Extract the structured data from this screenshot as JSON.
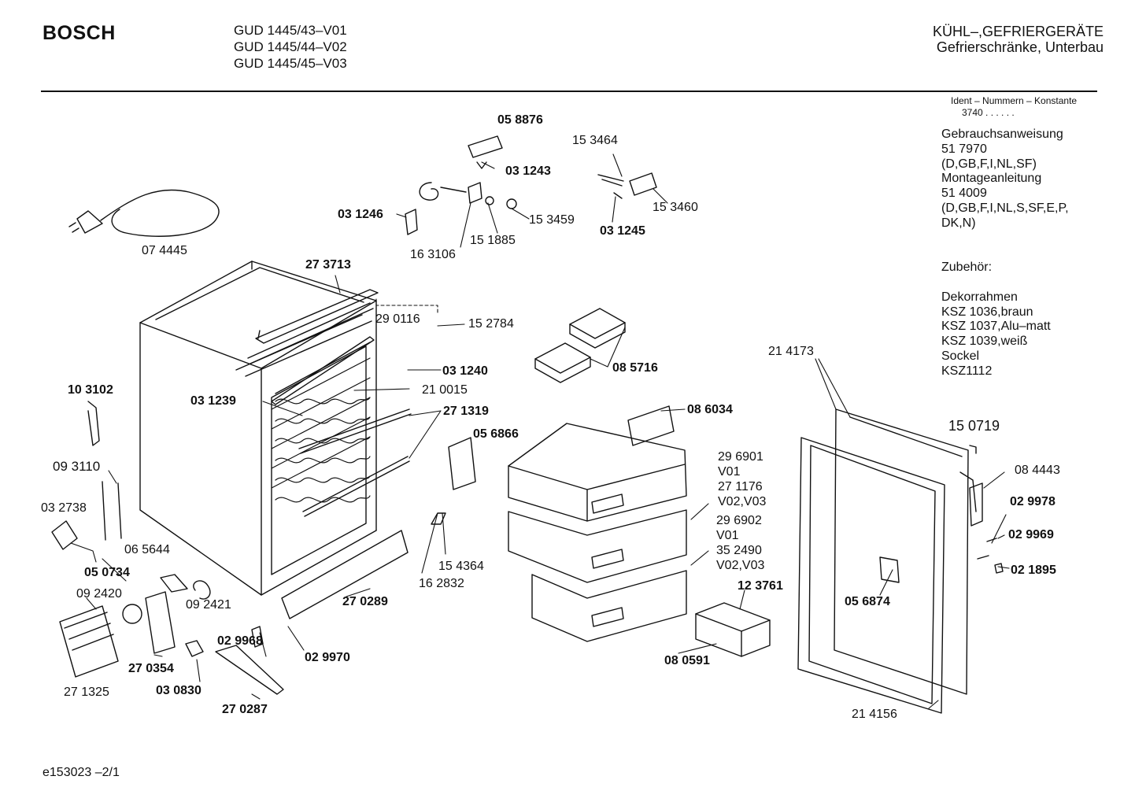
{
  "header": {
    "brand": "BOSCH",
    "models": [
      "GUD 1445/43–V01",
      "GUD 1445/44–V02",
      "GUD 1445/45–V03"
    ],
    "category_line1": "KÜHL–,GEFRIERGERÄTE",
    "category_line2": "Gefrierschränke, Unterbau"
  },
  "ident": {
    "title": "Ident – Nummern – Konstante",
    "value": "3740  .  .  .  .  .  ."
  },
  "side_info": [
    "Gebrauchsanweisung",
    "51 7970",
    "(D,GB,F,I,NL,SF)",
    "Montageanleitung",
    "51 4009",
    "(D,GB,F,I,NL,S,SF,E,P,",
    "DK,N)",
    "",
    "",
    "Zubehör:",
    "",
    "Dekorrahmen",
    "KSZ 1036,braun",
    "KSZ 1037,Alu–matt",
    "KSZ 1039,weiß",
    "Sockel",
    "KSZ1112"
  ],
  "footer": {
    "code": "e153023 –2/1"
  },
  "parts": [
    {
      "id": "p-074445",
      "text": "07 4445",
      "bold": false
    },
    {
      "id": "p-058876",
      "text": "05 8876",
      "bold": true
    },
    {
      "id": "p-031243",
      "text": "03 1243",
      "bold": true
    },
    {
      "id": "p-153464",
      "text": "15 3464",
      "bold": false
    },
    {
      "id": "p-031246",
      "text": "03 1246",
      "bold": true
    },
    {
      "id": "p-153459",
      "text": "15 3459",
      "bold": false
    },
    {
      "id": "p-153460",
      "text": "15 3460",
      "bold": false
    },
    {
      "id": "p-151885",
      "text": "15 1885",
      "bold": false
    },
    {
      "id": "p-163106",
      "text": "16 3106",
      "bold": false
    },
    {
      "id": "p-031245",
      "text": "03 1245",
      "bold": true
    },
    {
      "id": "p-273713",
      "text": "27 3713",
      "bold": true
    },
    {
      "id": "p-290116",
      "text": "29 0116",
      "bold": false
    },
    {
      "id": "p-152784",
      "text": "15 2784",
      "bold": false
    },
    {
      "id": "p-085716",
      "text": "08 5716",
      "bold": true
    },
    {
      "id": "p-031240",
      "text": "03 1240",
      "bold": true
    },
    {
      "id": "p-103102",
      "text": "10 3102",
      "bold": true
    },
    {
      "id": "p-210015",
      "text": "21 0015",
      "bold": false
    },
    {
      "id": "p-031239",
      "text": "03 1239",
      "bold": true
    },
    {
      "id": "p-271319",
      "text": "27 1319",
      "bold": true
    },
    {
      "id": "p-086034",
      "text": "08 6034",
      "bold": true
    },
    {
      "id": "p-214173",
      "text": "21 4173",
      "bold": false
    },
    {
      "id": "p-056866",
      "text": "05 6866",
      "bold": true
    },
    {
      "id": "p-150719",
      "text": "15 0719",
      "bold": false
    },
    {
      "id": "p-093110",
      "text": "09 3110",
      "bold": false
    },
    {
      "id": "p-296901",
      "text": "29 6901",
      "bold": false
    },
    {
      "id": "p-v01a",
      "text": "V01",
      "bold": false
    },
    {
      "id": "p-271176",
      "text": "27 1176",
      "bold": false
    },
    {
      "id": "p-v0203a",
      "text": "V02,V03",
      "bold": false
    },
    {
      "id": "p-084443",
      "text": "08 4443",
      "bold": false
    },
    {
      "id": "p-032738",
      "text": "03 2738",
      "bold": false
    },
    {
      "id": "p-029978",
      "text": "02 9978",
      "bold": true
    },
    {
      "id": "p-296902",
      "text": "29 6902",
      "bold": false
    },
    {
      "id": "p-v01b",
      "text": "V01",
      "bold": false
    },
    {
      "id": "p-065644",
      "text": "06 5644",
      "bold": false
    },
    {
      "id": "p-352490",
      "text": "35 2490",
      "bold": false
    },
    {
      "id": "p-029969",
      "text": "02 9969",
      "bold": true
    },
    {
      "id": "p-050734",
      "text": "05 0734",
      "bold": true
    },
    {
      "id": "p-154364",
      "text": "15 4364",
      "bold": false
    },
    {
      "id": "p-v0203b",
      "text": "V02,V03",
      "bold": false
    },
    {
      "id": "p-021895",
      "text": "02 1895",
      "bold": true
    },
    {
      "id": "p-092420",
      "text": "09 2420",
      "bold": false
    },
    {
      "id": "p-162832",
      "text": "16 2832",
      "bold": false
    },
    {
      "id": "p-123761",
      "text": "12 3761",
      "bold": true
    },
    {
      "id": "p-092421",
      "text": "09 2421",
      "bold": false
    },
    {
      "id": "p-270289",
      "text": "27 0289",
      "bold": true
    },
    {
      "id": "p-056874",
      "text": "05 6874",
      "bold": true
    },
    {
      "id": "p-029968",
      "text": "02 9968",
      "bold": true
    },
    {
      "id": "p-270354",
      "text": "27 0354",
      "bold": true
    },
    {
      "id": "p-029970",
      "text": "02 9970",
      "bold": true
    },
    {
      "id": "p-080591",
      "text": "08 0591",
      "bold": true
    },
    {
      "id": "p-030830",
      "text": "03 0830",
      "bold": true
    },
    {
      "id": "p-271325",
      "text": "27 1325",
      "bold": false
    },
    {
      "id": "p-270287",
      "text": "27 0287",
      "bold": true
    },
    {
      "id": "p-214156",
      "text": "21 4156",
      "bold": false
    }
  ]
}
